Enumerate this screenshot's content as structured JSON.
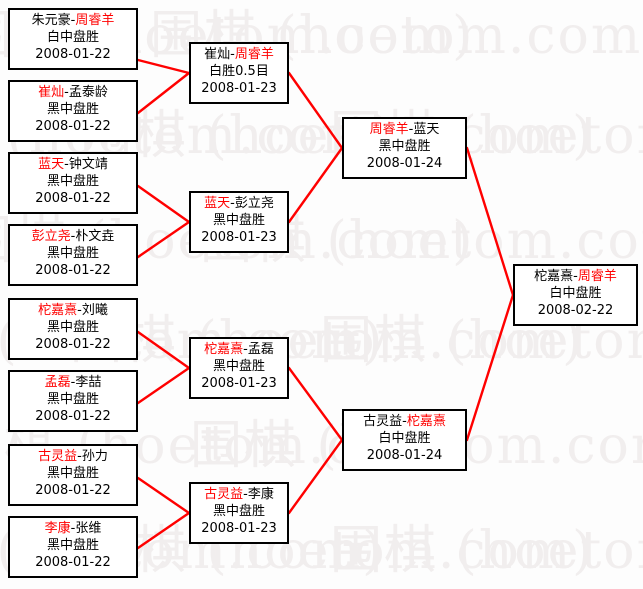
{
  "diagram": {
    "type": "single-elimination-bracket",
    "line_color": "#ff0000",
    "winner_color": "#ff0000",
    "box_border_color": "#000000",
    "background_color": "#fdfdfd",
    "watermark_text": "围棋 (hoetom.com)",
    "watermark_color": "#f1eeee"
  },
  "rounds": [
    {
      "name": "round-1",
      "matches": [
        {
          "id": "r1m1",
          "left": "朱元豪",
          "right": "周睿羊",
          "winner": "right",
          "result": "白中盘胜",
          "date": "2008-01-22"
        },
        {
          "id": "r1m2",
          "left": "崔灿",
          "right": "孟泰龄",
          "winner": "left",
          "result": "黑中盘胜",
          "date": "2008-01-22"
        },
        {
          "id": "r1m3",
          "left": "蓝天",
          "right": "钟文靖",
          "winner": "left",
          "result": "黑中盘胜",
          "date": "2008-01-22"
        },
        {
          "id": "r1m4",
          "left": "彭立尧",
          "right": "朴文垚",
          "winner": "left",
          "result": "黑中盘胜",
          "date": "2008-01-22"
        },
        {
          "id": "r1m5",
          "left": "柁嘉熹",
          "right": "刘曦",
          "winner": "left",
          "result": "黑中盘胜",
          "date": "2008-01-22"
        },
        {
          "id": "r1m6",
          "left": "孟磊",
          "right": "李喆",
          "winner": "left",
          "result": "黑中盘胜",
          "date": "2008-01-22"
        },
        {
          "id": "r1m7",
          "left": "古灵益",
          "right": "孙力",
          "winner": "left",
          "result": "黑中盘胜",
          "date": "2008-01-22"
        },
        {
          "id": "r1m8",
          "left": "李康",
          "right": "张维",
          "winner": "left",
          "result": "黑中盘胜",
          "date": "2008-01-22"
        }
      ]
    },
    {
      "name": "round-2",
      "matches": [
        {
          "id": "r2m1",
          "left": "崔灿",
          "right": "周睿羊",
          "winner": "right",
          "result": "白胜0.5目",
          "date": "2008-01-23"
        },
        {
          "id": "r2m2",
          "left": "蓝天",
          "right": "彭立尧",
          "winner": "left",
          "result": "黑中盘胜",
          "date": "2008-01-23"
        },
        {
          "id": "r2m3",
          "left": "柁嘉熹",
          "right": "孟磊",
          "winner": "left",
          "result": "黑中盘胜",
          "date": "2008-01-23"
        },
        {
          "id": "r2m4",
          "left": "古灵益",
          "right": "李康",
          "winner": "left",
          "result": "黑中盘胜",
          "date": "2008-01-23"
        }
      ]
    },
    {
      "name": "semifinal",
      "matches": [
        {
          "id": "r3m1",
          "left": "周睿羊",
          "right": "蓝天",
          "winner": "left",
          "result": "黑中盘胜",
          "date": "2008-01-24"
        },
        {
          "id": "r3m2",
          "left": "古灵益",
          "right": "柁嘉熹",
          "winner": "right",
          "result": "白中盘胜",
          "date": "2008-01-24"
        }
      ]
    },
    {
      "name": "final",
      "matches": [
        {
          "id": "r4m1",
          "left": "柁嘉熹",
          "right": "周睿羊",
          "winner": "right",
          "result": "白中盘胜",
          "date": "2008-02-22"
        }
      ]
    }
  ]
}
